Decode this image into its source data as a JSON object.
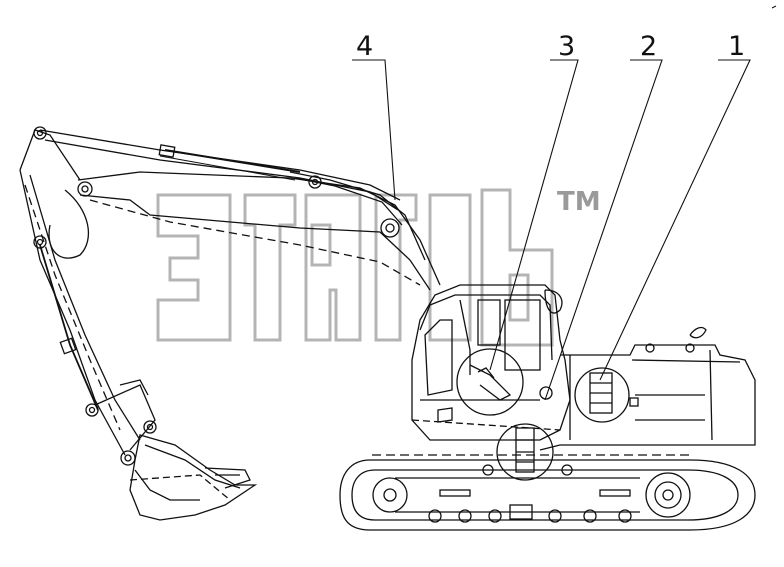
{
  "callouts": [
    {
      "id": "4",
      "label": "4"
    },
    {
      "id": "3",
      "label": "3"
    },
    {
      "id": "2",
      "label": "2"
    },
    {
      "id": "1",
      "label": "1"
    }
  ],
  "watermark": {
    "trademark": "TM",
    "color": "#9a9a9a"
  },
  "colors": {
    "line": "#111111",
    "background": "#ffffff",
    "watermark": "#b4b4b4"
  }
}
